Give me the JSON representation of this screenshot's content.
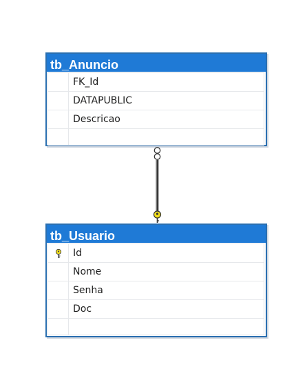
{
  "tables": [
    {
      "name": "tb_Anuncio",
      "columns": [
        {
          "name": "FK_Id",
          "key": false
        },
        {
          "name": "DATAPUBLIC",
          "key": false
        },
        {
          "name": "Descricao",
          "key": false
        }
      ]
    },
    {
      "name": "tb_Usuario",
      "columns": [
        {
          "name": "Id",
          "key": true
        },
        {
          "name": "Nome",
          "key": false
        },
        {
          "name": "Senha",
          "key": false
        },
        {
          "name": "Doc",
          "key": false
        }
      ]
    }
  ],
  "relationship": {
    "from_table": "tb_Anuncio",
    "to_table": "tb_Usuario",
    "from_end": "infinity-icon",
    "to_end": "key-icon"
  },
  "colors": {
    "header": "#1f7ad6",
    "border": "#2a6fb0",
    "key": "#f2df1a"
  }
}
